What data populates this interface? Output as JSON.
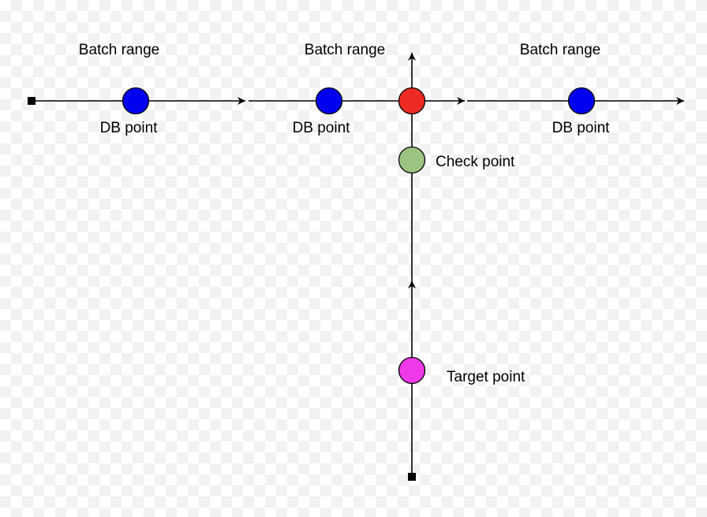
{
  "labels": {
    "batch_range": "Batch range",
    "db_point": "DB point",
    "check_point": "Check point",
    "target_point": "Target point"
  },
  "colors": {
    "line": "#000000",
    "db_point": "#0000ee",
    "intersection_point": "#ee2a24",
    "check_point": "#9dc383",
    "target_point": "#ee3ae9"
  }
}
